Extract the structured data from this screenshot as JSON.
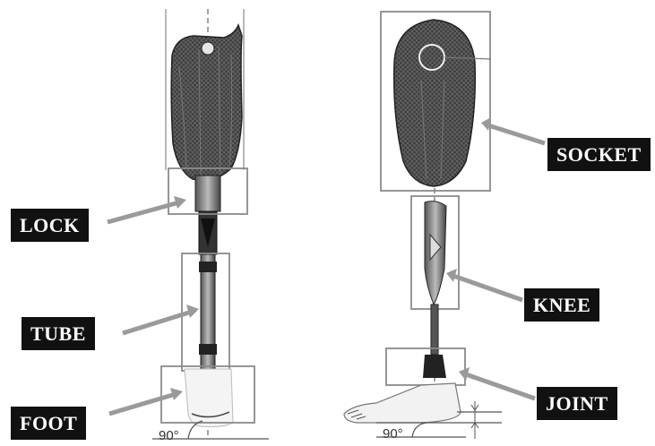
{
  "labels": {
    "lock": "LOCK",
    "tube": "TUBE",
    "foot": "FOOT",
    "socket": "SOCKET",
    "knee": "KNEE",
    "joint": "JOINT"
  },
  "angles": {
    "left": "90°",
    "right": "90°"
  },
  "colors": {
    "box_stroke": "#8a8a8a",
    "arrow": "#9a9a9a",
    "label_bg": "#111111",
    "label_text": "#ffffff",
    "socket_fill": "#3a3a3a"
  }
}
